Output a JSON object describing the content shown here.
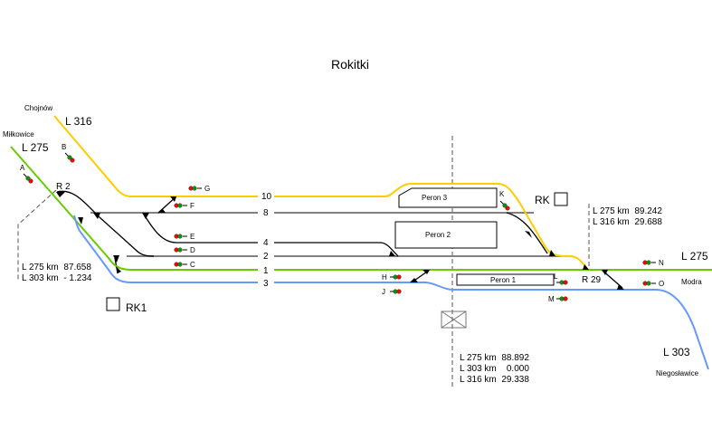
{
  "title": "Rokitki",
  "colors": {
    "line_275": "#66cc00",
    "line_316": "#ffcc00",
    "line_303": "#6699ff",
    "track_grey": "#808080",
    "track_black": "#000000",
    "signal_red": "#ff0000",
    "signal_green": "#009900"
  },
  "lines": {
    "l316_label": "L 316",
    "l316_origin": "Chojnów",
    "l275_label_left": "L 275",
    "l275_origin_left": "Miłkowice",
    "l275_label_right": "L 275",
    "l275_dest_right": "Modra",
    "l303_label": "L 303",
    "l303_dest": "Niegosławice"
  },
  "tracks": [
    "10",
    "8",
    "4",
    "2",
    "1",
    "3"
  ],
  "platforms": [
    "Peron 3",
    "Peron 2",
    "Peron 1"
  ],
  "signals": [
    "A",
    "B",
    "C",
    "D",
    "E",
    "F",
    "G",
    "H",
    "J",
    "K",
    "L",
    "M",
    "N",
    "O"
  ],
  "switch_points": [
    "R 2",
    "R 29"
  ],
  "signal_boxes": [
    "RK",
    "RK1"
  ],
  "km_markers": {
    "left": [
      "L 275 km  87.658",
      "L 303 km  - 1.234"
    ],
    "center": [
      "L 275 km  88.892",
      "L 303 km    0.000",
      "L 316 km  29.338"
    ],
    "right": [
      "L 275 km  89.242",
      "L 316 km  29.688"
    ]
  }
}
